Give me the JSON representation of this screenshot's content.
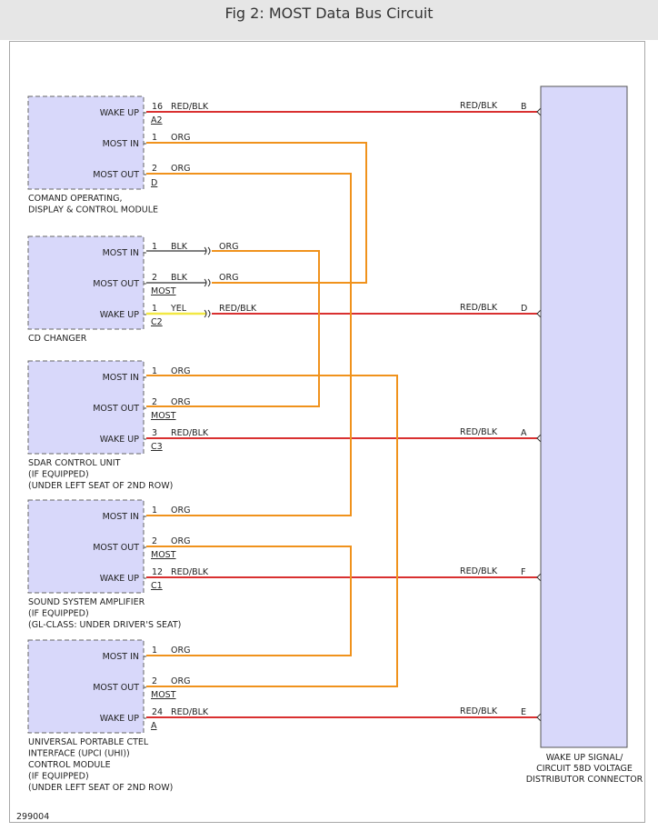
{
  "page": {
    "title": "Fig 2: MOST Data Bus Circuit",
    "figure_id": "299004"
  },
  "colors": {
    "red_blk": "#d93030",
    "org": "#f0921c",
    "blk": "#555555",
    "yel": "#f2e844",
    "module_fill": "#d8d8fa",
    "module_border": "#666666"
  },
  "modules": [
    {
      "id": "comand",
      "label_lines": [
        "COMAND OPERATING,",
        "DISPLAY & CONTROL MODULE"
      ],
      "pins": [
        {
          "label": "WAKE UP",
          "pin": "16",
          "wire": "RED/BLK"
        },
        {
          "label": "MOST IN",
          "pin": "1",
          "wire": "ORG"
        },
        {
          "label": "MOST OUT",
          "pin": "2",
          "wire": "ORG"
        }
      ],
      "connectors": [
        "A2",
        "D"
      ]
    },
    {
      "id": "cd",
      "label_lines": [
        "CD CHANGER"
      ],
      "pins": [
        {
          "label": "MOST IN",
          "pin": "1",
          "wire": "BLK",
          "wire_after": "ORG"
        },
        {
          "label": "MOST OUT",
          "pin": "2",
          "wire": "BLK",
          "wire_after": "ORG"
        },
        {
          "label": "WAKE UP",
          "pin": "1",
          "wire": "YEL",
          "wire_after": "RED/BLK"
        }
      ],
      "connectors": [
        "MOST",
        "C2"
      ]
    },
    {
      "id": "sdar",
      "label_lines": [
        "SDAR CONTROL UNIT",
        "(IF EQUIPPED)",
        "(UNDER LEFT SEAT OF 2ND ROW)"
      ],
      "pins": [
        {
          "label": "MOST IN",
          "pin": "1",
          "wire": "ORG"
        },
        {
          "label": "MOST OUT",
          "pin": "2",
          "wire": "ORG"
        },
        {
          "label": "WAKE UP",
          "pin": "3",
          "wire": "RED/BLK"
        }
      ],
      "connectors": [
        "MOST",
        "C3"
      ]
    },
    {
      "id": "amp",
      "label_lines": [
        "SOUND SYSTEM AMPLIFIER",
        "(IF EQUIPPED)",
        "(GL-CLASS: UNDER DRIVER'S SEAT)"
      ],
      "pins": [
        {
          "label": "MOST IN",
          "pin": "1",
          "wire": "ORG"
        },
        {
          "label": "MOST OUT",
          "pin": "2",
          "wire": "ORG"
        },
        {
          "label": "WAKE UP",
          "pin": "12",
          "wire": "RED/BLK"
        }
      ],
      "connectors": [
        "MOST",
        "C1"
      ]
    },
    {
      "id": "upci",
      "label_lines": [
        "UNIVERSAL PORTABLE CTEL",
        "INTERFACE (UPCI (UHI))",
        "CONTROL MODULE",
        "(IF EQUIPPED)",
        "(UNDER LEFT SEAT OF 2ND ROW)"
      ],
      "pins": [
        {
          "label": "MOST IN",
          "pin": "1",
          "wire": "ORG"
        },
        {
          "label": "MOST OUT",
          "pin": "2",
          "wire": "ORG"
        },
        {
          "label": "WAKE UP",
          "pin": "24",
          "wire": "RED/BLK"
        }
      ],
      "connectors": [
        "MOST",
        "A"
      ]
    }
  ],
  "distributor": {
    "label_lines": [
      "WAKE UP SIGNAL/",
      "CIRCUIT 58D VOLTAGE",
      "DISTRIBUTOR CONNECTOR"
    ],
    "inputs": [
      {
        "letter": "B",
        "wire": "RED/BLK"
      },
      {
        "letter": "D",
        "wire": "RED/BLK"
      },
      {
        "letter": "A",
        "wire": "RED/BLK"
      },
      {
        "letter": "F",
        "wire": "RED/BLK"
      },
      {
        "letter": "E",
        "wire": "RED/BLK"
      }
    ]
  }
}
